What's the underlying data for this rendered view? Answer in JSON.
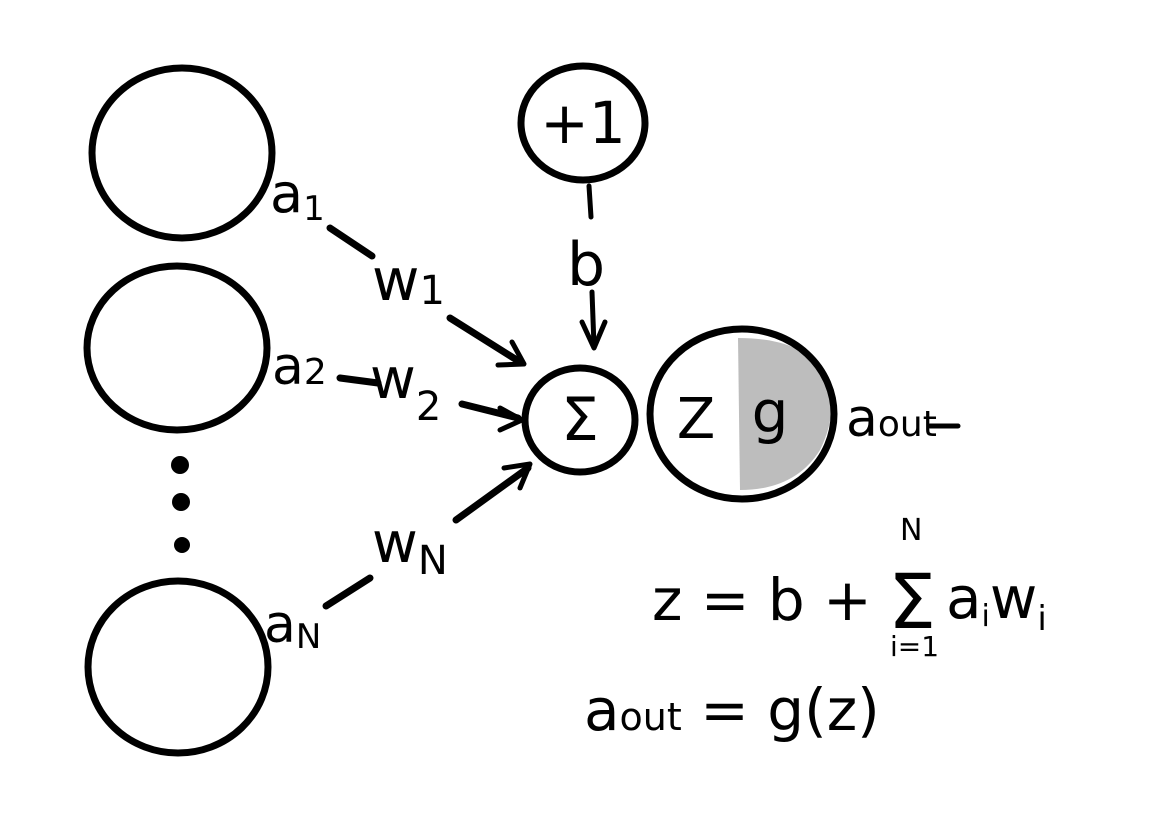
{
  "colors": {
    "ink": "#000000",
    "background": "#ffffff",
    "activation_fill": "#bdbdbd"
  },
  "inputs": {
    "a1": "a",
    "a1_sub": "1",
    "a2": "a",
    "a2_sub": "2",
    "aN": "a",
    "aN_sub": "N"
  },
  "weights": {
    "w1": "w",
    "w1_sub": "1",
    "w2": "w",
    "w2_sub": "2",
    "wN": "w",
    "wN_sub": "N"
  },
  "bias": {
    "node_label": "+1",
    "edge_label": "b"
  },
  "neuron": {
    "sum_symbol": "Σ",
    "z_label": "Z",
    "g_label": "g",
    "output_label": "a",
    "output_sub": "out"
  },
  "equations": {
    "eq1_lhs": "z = b + ",
    "eq1_sum": "Σ",
    "eq1_sum_top": "N",
    "eq1_sum_bottom": "i=1",
    "eq1_term": "a",
    "eq1_term_sub": "i",
    "eq1_term2": "w",
    "eq1_term2_sub": "i",
    "eq2_lhs": "a",
    "eq2_lhs_sub": "out",
    "eq2_rhs": " = g(z)"
  }
}
